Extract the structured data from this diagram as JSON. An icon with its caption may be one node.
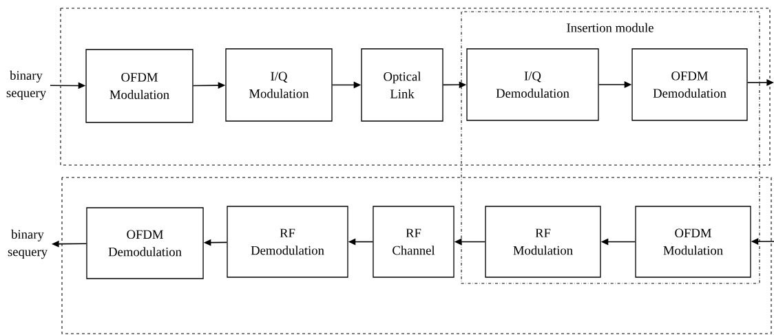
{
  "diagram": {
    "nodes": [
      {
        "text": [
          "binary sequery"
        ]
      },
      {
        "text": [
          "OFDM Modulation"
        ]
      },
      {
        "text": [
          "I/Q Modulation"
        ]
      },
      {
        "text": [
          "Optical Link"
        ]
      },
      {
        "text": [
          "I/Q Demodulation"
        ]
      },
      {
        "text": [
          "OFDM Demodulation"
        ]
      },
      {
        "text": [
          "binary sequery"
        ]
      },
      {
        "text": [
          "OFDM Demodulation"
        ]
      },
      {
        "text": [
          "RF Demodulation"
        ]
      },
      {
        "text": [
          "RF Channel"
        ]
      },
      {
        "text": [
          "RF Modulation"
        ]
      },
      {
        "text": [
          "OFDM Modulation"
        ]
      }
    ],
    "edges": [
      {
        "from": 0,
        "to": 1,
        "arrow": "to"
      },
      {
        "from": 1,
        "to": 2,
        "arrow": "to"
      },
      {
        "from": 2,
        "to": 3,
        "arrow": "to"
      },
      {
        "from": 3,
        "to": 4,
        "arrow": "to"
      },
      {
        "from": 4,
        "to": 5,
        "arrow": "to"
      },
      {
        "from": 5,
        "to": null,
        "arrow": "to"
      },
      {
        "from": null,
        "to": 11,
        "arrow": "to"
      },
      {
        "from": 11,
        "to": 10,
        "arrow": "to"
      },
      {
        "from": 10,
        "to": 9,
        "arrow": "to"
      },
      {
        "from": 9,
        "to": 8,
        "arrow": "to"
      },
      {
        "from": 8,
        "to": 7,
        "arrow": "to"
      },
      {
        "from": 7,
        "to": 6,
        "arrow": "to"
      }
    ],
    "labels": [
      "Insertion module"
    ]
  }
}
